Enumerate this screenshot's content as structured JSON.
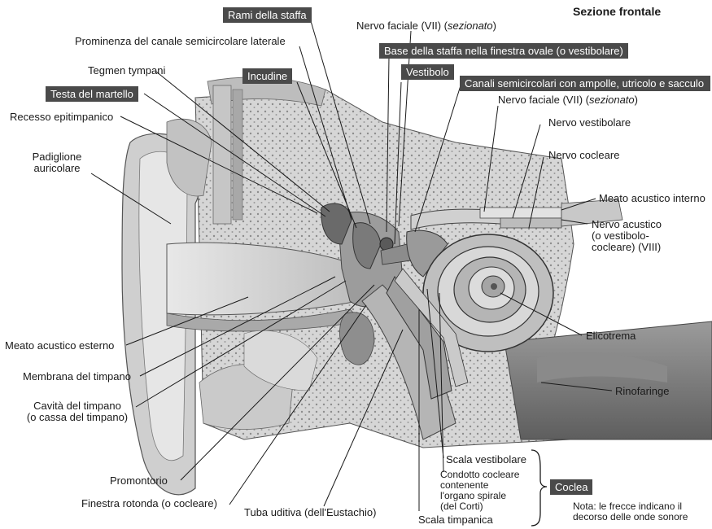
{
  "title": "Sezione frontale",
  "labels": {
    "rami_staffa": "Rami della staffa",
    "nervo_faciale_top": "Nervo faciale (VII) (",
    "nervo_faciale_top_it": "sezionato",
    "prominenza": "Prominenza del canale semicircolare laterale",
    "base_staffa": "Base della staffa nella finestra ovale (o vestibolare)",
    "tegmen": "Tegmen tympani",
    "incudine": "Incudine",
    "vestibolo": "Vestibolo",
    "canali": "Canali semicircolari con ampolle, utricolo e sacculo",
    "testa_martello": "Testa del martello",
    "nervo_faciale_2": "Nervo faciale (VII) (",
    "nervo_faciale_2_it": "sezionato",
    "recesso": "Recesso epitimpanico",
    "nervo_vestibolare": "Nervo vestibolare",
    "padiglione": [
      "Padiglione",
      "auricolare"
    ],
    "nervo_cocleare": "Nervo cocleare",
    "meato_interno": "Meato acustico interno",
    "nervo_acustico": [
      "Nervo acustico",
      "(o vestibolo-",
      "cocleare) (VIII)"
    ],
    "elicotrema": "Elicotrema",
    "meato_esterno": "Meato acustico esterno",
    "membrana": "Membrana del timpano",
    "rinofaringe": "Rinofaringe",
    "cavita": [
      "Cavità del timpano",
      "(o cassa del timpano)"
    ],
    "scala_vestibolare": "Scala vestibolare",
    "condotto": [
      "Condotto cocleare",
      "contenente",
      "l'organo spirale",
      "(del Corti)"
    ],
    "coclea": "Coclea",
    "promontorio": "Promontorio",
    "finestra_rotonda": "Finestra rotonda (o cocleare)",
    "tuba": "Tuba uditiva (dell'Eustachio)",
    "scala_timpanica": "Scala timpanica",
    "nota": [
      "Nota: le frecce indicano il",
      "decorso delle onde sonore"
    ]
  },
  "colors": {
    "box_bg": "#4a4a4a",
    "bone": "#d9d9d9",
    "dark": "#6b6b6b"
  }
}
